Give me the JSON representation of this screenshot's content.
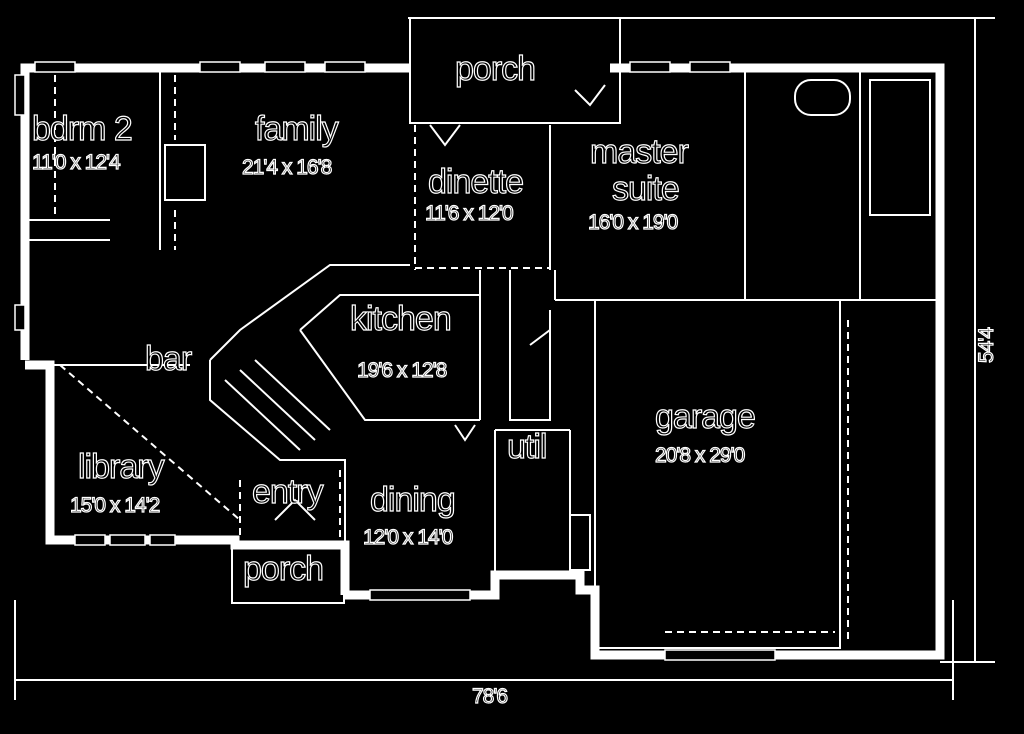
{
  "rooms": {
    "bdrm2": {
      "name": "bdrm 2",
      "size": "11'0 x 12'4"
    },
    "family": {
      "name": "family",
      "size": "21'4 x 16'8"
    },
    "porch_rear": {
      "name": "porch"
    },
    "dinette": {
      "name": "dinette",
      "size": "11'6 x 12'0"
    },
    "master": {
      "name_line1": "master",
      "name_line2": "suite",
      "size": "16'0 x 19'0"
    },
    "kitchen": {
      "name": "kitchen",
      "size": "19'6 x 12'8"
    },
    "bar": {
      "name": "bar"
    },
    "garage": {
      "name": "garage",
      "size": "20'8 x 29'0"
    },
    "util": {
      "name": "util"
    },
    "library": {
      "name": "library",
      "size": "15'0 x 14'2"
    },
    "entry": {
      "name": "entry"
    },
    "dining": {
      "name": "dining",
      "size": "12'0 x 14'0"
    },
    "porch_front": {
      "name": "porch"
    }
  },
  "dimensions": {
    "width": "78'6",
    "depth": "54'4"
  }
}
